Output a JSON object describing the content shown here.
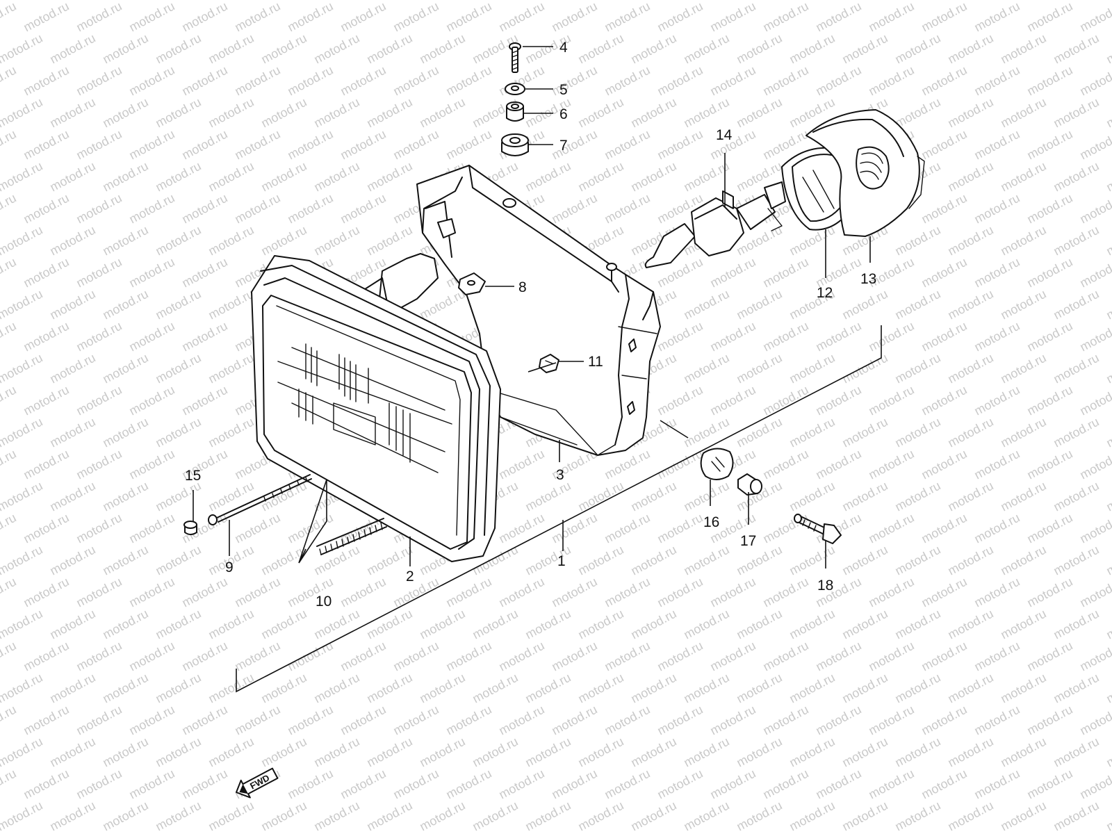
{
  "watermark": "motod.ru",
  "direction_badge": "FWD",
  "colors": {
    "ink": "#111111",
    "watermark": "#c9c9c9",
    "background": "#ffffff"
  },
  "callouts": [
    {
      "id": "1",
      "label": "1"
    },
    {
      "id": "2",
      "label": "2"
    },
    {
      "id": "3",
      "label": "3"
    },
    {
      "id": "4",
      "label": "4"
    },
    {
      "id": "5",
      "label": "5"
    },
    {
      "id": "6",
      "label": "6"
    },
    {
      "id": "7",
      "label": "7"
    },
    {
      "id": "8",
      "label": "8"
    },
    {
      "id": "9",
      "label": "9"
    },
    {
      "id": "10",
      "label": "10"
    },
    {
      "id": "11",
      "label": "11"
    },
    {
      "id": "12",
      "label": "12"
    },
    {
      "id": "13",
      "label": "13"
    },
    {
      "id": "14",
      "label": "14"
    },
    {
      "id": "15",
      "label": "15"
    },
    {
      "id": "16",
      "label": "16"
    },
    {
      "id": "17",
      "label": "17"
    },
    {
      "id": "18",
      "label": "18"
    }
  ]
}
